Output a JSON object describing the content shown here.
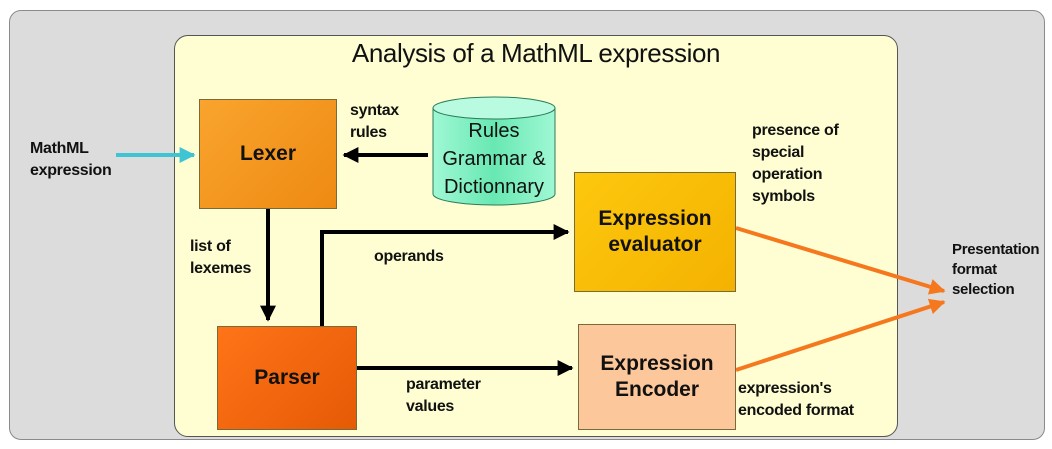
{
  "title": "Analysis of a MathML expression",
  "input_label": "MathML\nexpression",
  "nodes": {
    "lexer": "Lexer",
    "parser": "Parser",
    "evaluator": "Expression\nevaluator",
    "encoder": "Expression\nEncoder",
    "rules_db": "Rules\nGrammar &\nDictionnary"
  },
  "edge_labels": {
    "syntax_rules": "syntax\nrules",
    "list_of_lexemes": "list of\nlexemes",
    "operands": "operands",
    "parameter_values": "parameter\nvalues",
    "special_symbols": "presence of\nspecial\noperation\nsymbols",
    "encoded_format": "expression's\nencoded format"
  },
  "output_label": "Presentation\nformat\nselection",
  "colors": {
    "input_arrow": "#3fc4d4",
    "output_arrow": "#f5781e",
    "flow_arrow": "#000000",
    "lexer": "#f49a20",
    "parser": "#f26a10",
    "evaluator": "#f9be06",
    "encoder": "#fcc79a",
    "rules_db": "#7ff0c0"
  }
}
